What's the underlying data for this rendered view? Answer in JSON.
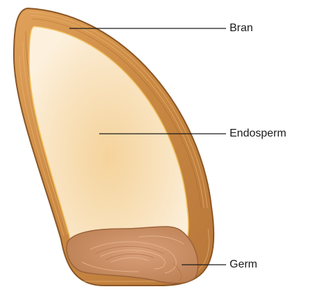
{
  "labels": {
    "bran": "Bran",
    "endosperm": "Endosperm",
    "germ": "Germ"
  },
  "colors": {
    "bran_outer": "#c98a45",
    "bran_stroke": "#8a5524",
    "bran_highlight": "#e3a962",
    "inner_line": "#f2c15e",
    "endosperm_light": "#fdf0dd",
    "endosperm_center": "#f6d8a4",
    "germ_fill": "#c78a5c",
    "germ_stroke": "#9b623a",
    "leader_line": "#1a1a1a"
  }
}
